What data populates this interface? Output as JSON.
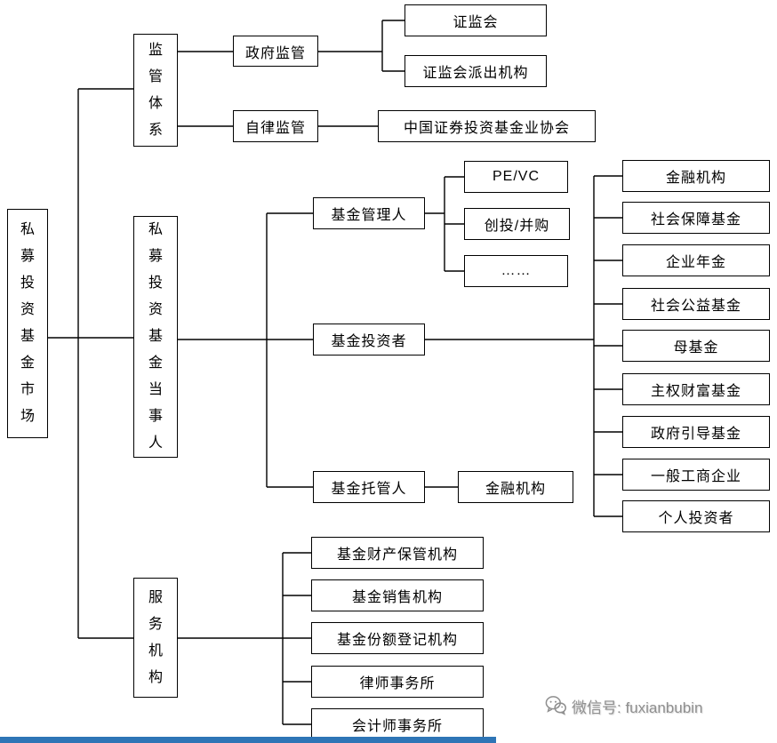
{
  "root": {
    "label": "私募投资基金市场"
  },
  "regulatory": {
    "title": "监管体系",
    "gov": "政府监管",
    "csrc": "证监会",
    "csrc_branch": "证监会派出机构",
    "self": "自律监管",
    "amac": "中国证券投资基金业协会"
  },
  "parties": {
    "title": "私募投资基金当事人",
    "manager": "基金管理人",
    "manager_types": [
      "PE/VC",
      "创投/并购",
      "……"
    ],
    "investor": "基金投资者",
    "investor_types": [
      "金融机构",
      "社会保障基金",
      "企业年金",
      "社会公益基金",
      "母基金",
      "主权财富基金",
      "政府引导基金",
      "一般工商企业",
      "个人投资者"
    ],
    "custodian": "基金托管人",
    "custodian_type": "金融机构"
  },
  "services": {
    "title": "服务机构",
    "items": [
      "基金财产保管机构",
      "基金销售机构",
      "基金份额登记机构",
      "律师事务所",
      "会计师事务所"
    ]
  },
  "watermark": {
    "text": "微信号: fuxianbubin"
  },
  "colors": {
    "line": "#000000",
    "bottom_bar": "#2e75b6",
    "watermark_grey": "#8f8f8f"
  }
}
